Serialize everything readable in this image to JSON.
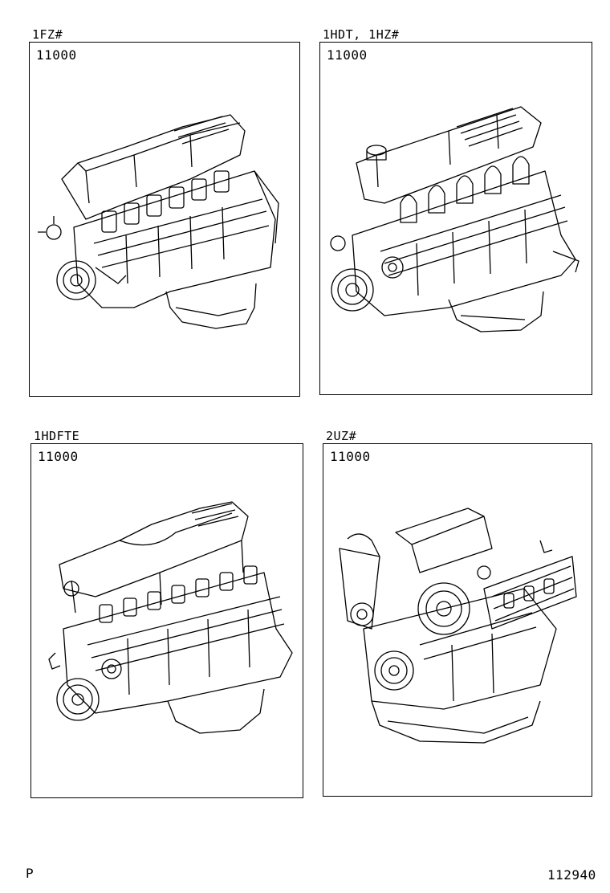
{
  "panels": [
    {
      "engine": "1FZ#",
      "part_number": "11000"
    },
    {
      "engine": "1HDT, 1HZ#",
      "part_number": "11000"
    },
    {
      "engine": "1HDFTE",
      "part_number": "11000"
    },
    {
      "engine": "2UZ#",
      "part_number": "11000"
    }
  ],
  "footer": {
    "page_code": "P",
    "illustration_number": "112940"
  }
}
